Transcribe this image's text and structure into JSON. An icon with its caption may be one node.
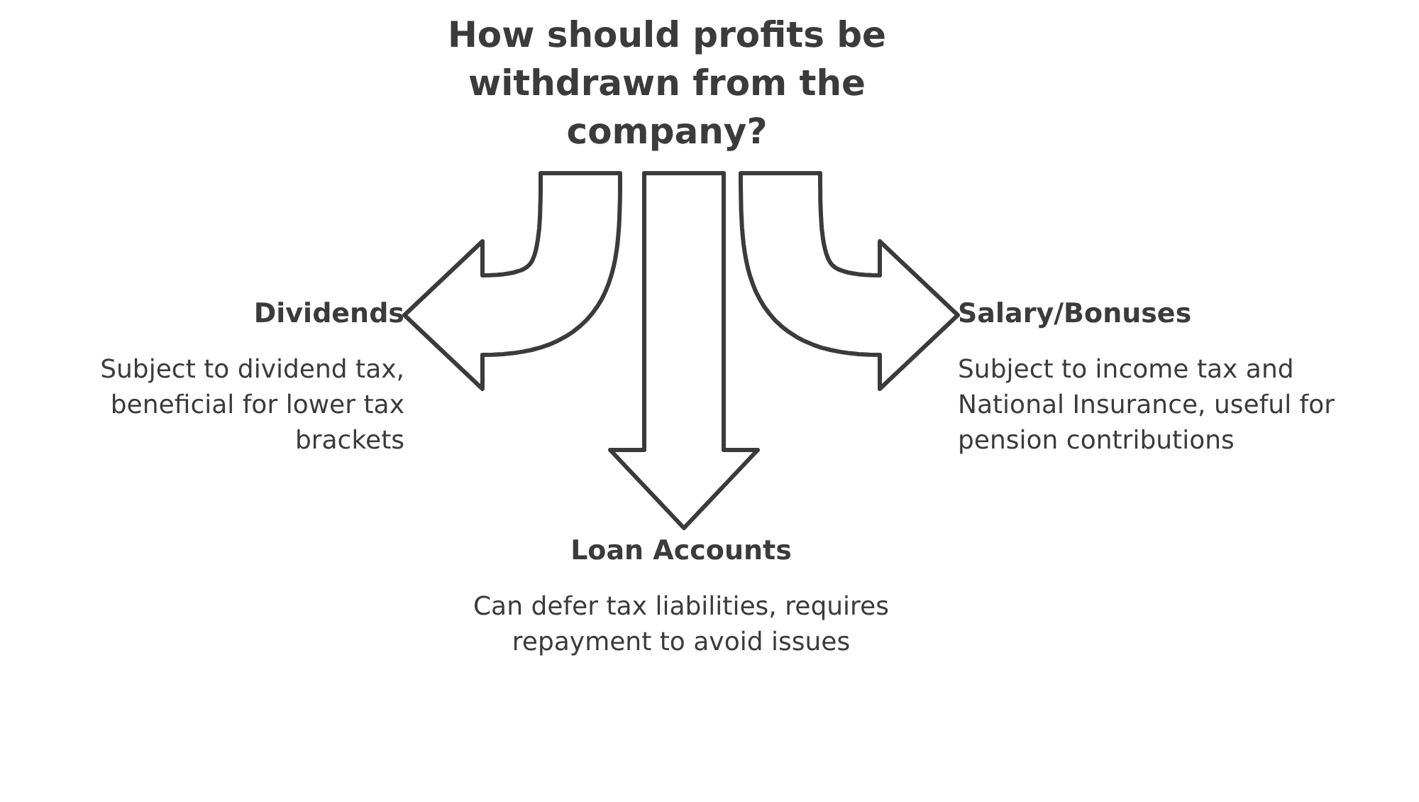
{
  "diagram": {
    "nodes": [
      {
        "text": [
          "How should profits be withdrawn from the company?"
        ]
      },
      {
        "text": [
          "Dividends",
          "Subject to dividend tax, beneficial for lower tax brackets"
        ]
      },
      {
        "text": [
          "Loan Accounts",
          "Can defer tax liabilities, requires repayment to avoid issues"
        ]
      },
      {
        "text": [
          "Salary/Bonuses",
          "Subject to income tax and National Insurance, useful for pension contributions"
        ]
      }
    ],
    "edges": [
      {
        "from": 0,
        "to": 1,
        "arrow": "to"
      },
      {
        "from": 0,
        "to": 2,
        "arrow": "to"
      },
      {
        "from": 0,
        "to": 3,
        "arrow": "to"
      }
    ]
  }
}
